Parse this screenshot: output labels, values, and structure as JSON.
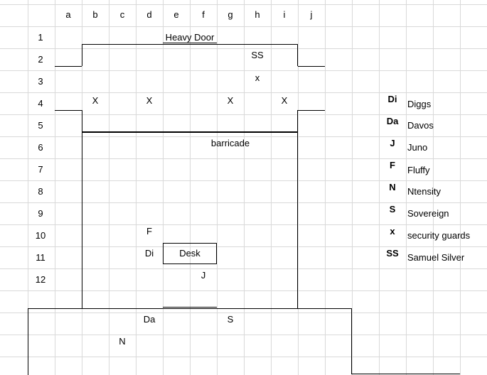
{
  "columns": [
    "a",
    "b",
    "c",
    "d",
    "e",
    "f",
    "g",
    "h",
    "i",
    "j"
  ],
  "rows": [
    "1",
    "2",
    "3",
    "4",
    "5",
    "6",
    "7",
    "8",
    "9",
    "10",
    "11",
    "12"
  ],
  "map": {
    "heavy_door": "Heavy Door",
    "barricade": "barricade",
    "desk": "Desk",
    "markers": [
      "SS",
      "x",
      "X",
      "X",
      "X",
      "X",
      "F",
      "Di",
      "J",
      "Da",
      "S",
      "N"
    ]
  },
  "legend": [
    {
      "code": "Di",
      "name": "Diggs"
    },
    {
      "code": "Da",
      "name": "Davos"
    },
    {
      "code": "J",
      "name": "Juno"
    },
    {
      "code": "F",
      "name": "Fluffy"
    },
    {
      "code": "N",
      "name": "Ntensity"
    },
    {
      "code": "S",
      "name": "Sovereign"
    },
    {
      "code": "x",
      "name": "security guards"
    },
    {
      "code": "SS",
      "name": "Samuel Silver"
    }
  ],
  "colors": {
    "gridline": "#d9d9d9",
    "wall": "#000000",
    "background": "#ffffff"
  }
}
